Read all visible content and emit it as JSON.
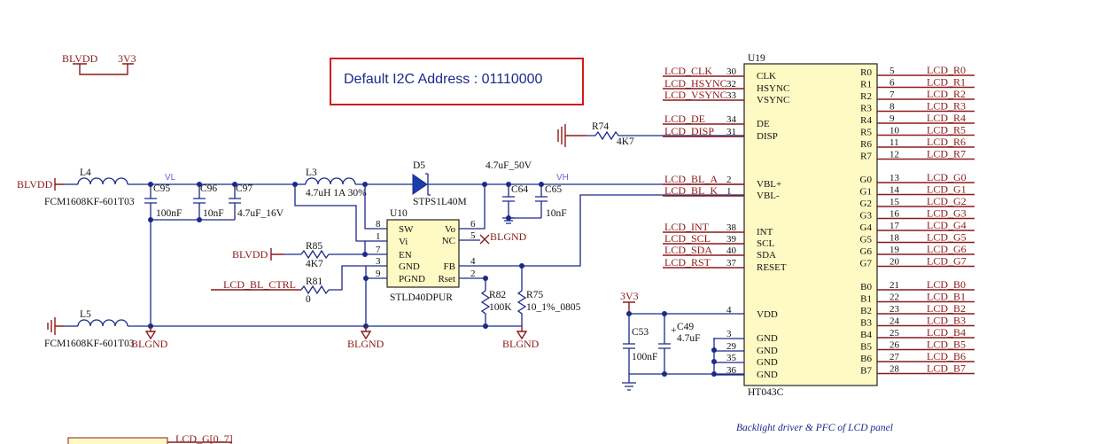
{
  "note": {
    "text": "Default I2C Address : 01110000"
  },
  "caption": "Backlight driver & PFC of LCD panel",
  "power": {
    "blvdd": "BLVDD",
    "v3v3": "3V3",
    "blgnd": "BLGND"
  },
  "voltage_labels": {
    "vl": "VL",
    "vh": "VH"
  },
  "inductors": {
    "l4": {
      "ref": "L4",
      "value": "FCM1608KF-601T03"
    },
    "l5": {
      "ref": "L5",
      "value": "FCM1608KF-601T03"
    },
    "l3": {
      "ref": "L3",
      "value": "4.7uH 1A 30%"
    }
  },
  "caps": {
    "c95": {
      "ref": "C95",
      "value": "100nF"
    },
    "c96": {
      "ref": "C96",
      "value": "10nF"
    },
    "c97": {
      "ref": "C97",
      "value": "4.7uF_16V"
    },
    "c64": {
      "ref": "C64",
      "value": "4.7uF_50V"
    },
    "c65": {
      "ref": "C65",
      "value": "10nF"
    },
    "c53": {
      "ref": "C53",
      "value": "100nF"
    },
    "c49": {
      "ref": "C49",
      "value": "4.7uF"
    }
  },
  "diode": {
    "ref": "D5",
    "value": "STPS1L40M"
  },
  "resistors": {
    "r85": {
      "ref": "R85",
      "value": "4K7"
    },
    "r81": {
      "ref": "R81",
      "value": "0"
    },
    "r82": {
      "ref": "R82",
      "value": "100K"
    },
    "r75": {
      "ref": "R75",
      "value": "10_1%_0805"
    },
    "r74": {
      "ref": "R74",
      "value": "4K7"
    }
  },
  "u10": {
    "ref": "U10",
    "part": "STLD40DPUR",
    "pins_left": [
      {
        "num": "8",
        "name": "SW"
      },
      {
        "num": "1",
        "name": "Vi"
      },
      {
        "num": "7",
        "name": "EN"
      },
      {
        "num": "3",
        "name": "GND"
      },
      {
        "num": "9",
        "name": "PGND"
      }
    ],
    "pins_right": [
      {
        "num": "6",
        "name": "Vo"
      },
      {
        "num": "5",
        "name": "NC"
      },
      {
        "num": "4",
        "name": "FB"
      },
      {
        "num": "2",
        "name": "Rset"
      }
    ]
  },
  "u10_nets": {
    "blvdd": "BLVDD",
    "lcd_bl_ctrl": "LCD_BL_CTRL",
    "blgnd_nc": "BLGND"
  },
  "u19": {
    "ref": "U19",
    "part": "HT043C",
    "left_pins": [
      {
        "net": "LCD_CLK",
        "num": "30",
        "name": "CLK"
      },
      {
        "net": "LCD_HSYNC",
        "num": "32",
        "name": "HSYNC"
      },
      {
        "net": "LCD_VSYNC",
        "num": "33",
        "name": "VSYNC"
      },
      {
        "net": "LCD_DE",
        "num": "34",
        "name": "DE"
      },
      {
        "net": "LCD_DISP",
        "num": "31",
        "name": "DISP"
      },
      {
        "net": "LCD_BL_A",
        "num": "2",
        "name": "VBL+"
      },
      {
        "net": "LCD_BL_K",
        "num": "1",
        "name": "VBL-"
      },
      {
        "net": "LCD_INT",
        "num": "38",
        "name": "INT"
      },
      {
        "net": "LCD_SCL",
        "num": "39",
        "name": "SCL"
      },
      {
        "net": "LCD_SDA",
        "num": "40",
        "name": "SDA"
      },
      {
        "net": "LCD_RST",
        "num": "37",
        "name": "RESET"
      },
      {
        "net": "",
        "num": "4",
        "name": "VDD"
      },
      {
        "net": "",
        "num": "3",
        "name": "GND"
      },
      {
        "net": "",
        "num": "29",
        "name": "GND"
      },
      {
        "net": "",
        "num": "35",
        "name": "GND"
      },
      {
        "net": "",
        "num": "36",
        "name": "GND"
      }
    ],
    "right_pins": [
      {
        "name": "R0",
        "num": "5",
        "net": "LCD_R0"
      },
      {
        "name": "R1",
        "num": "6",
        "net": "LCD_R1"
      },
      {
        "name": "R2",
        "num": "7",
        "net": "LCD_R2"
      },
      {
        "name": "R3",
        "num": "8",
        "net": "LCD_R3"
      },
      {
        "name": "R4",
        "num": "9",
        "net": "LCD_R4"
      },
      {
        "name": "R5",
        "num": "10",
        "net": "LCD_R5"
      },
      {
        "name": "R6",
        "num": "11",
        "net": "LCD_R6"
      },
      {
        "name": "R7",
        "num": "12",
        "net": "LCD_R7"
      },
      {
        "name": "G0",
        "num": "13",
        "net": "LCD_G0"
      },
      {
        "name": "G1",
        "num": "14",
        "net": "LCD_G1"
      },
      {
        "name": "G2",
        "num": "15",
        "net": "LCD_G2"
      },
      {
        "name": "G3",
        "num": "16",
        "net": "LCD_G3"
      },
      {
        "name": "G4",
        "num": "17",
        "net": "LCD_G4"
      },
      {
        "name": "G5",
        "num": "18",
        "net": "LCD_G5"
      },
      {
        "name": "G6",
        "num": "19",
        "net": "LCD_G6"
      },
      {
        "name": "G7",
        "num": "20",
        "net": "LCD_G7"
      },
      {
        "name": "B0",
        "num": "21",
        "net": "LCD_B0"
      },
      {
        "name": "B1",
        "num": "22",
        "net": "LCD_B1"
      },
      {
        "name": "B2",
        "num": "23",
        "net": "LCD_B2"
      },
      {
        "name": "B3",
        "num": "24",
        "net": "LCD_B3"
      },
      {
        "name": "B4",
        "num": "25",
        "net": "LCD_B4"
      },
      {
        "name": "B5",
        "num": "26",
        "net": "LCD_B5"
      },
      {
        "name": "B6",
        "num": "27",
        "net": "LCD_B6"
      },
      {
        "name": "B7",
        "num": "28",
        "net": "LCD_B7"
      }
    ]
  },
  "bottom_nets": {
    "lcd_g_bus": "LCD_G[0..7]",
    "lcd_g_label": "LCD_G[0..7]"
  }
}
